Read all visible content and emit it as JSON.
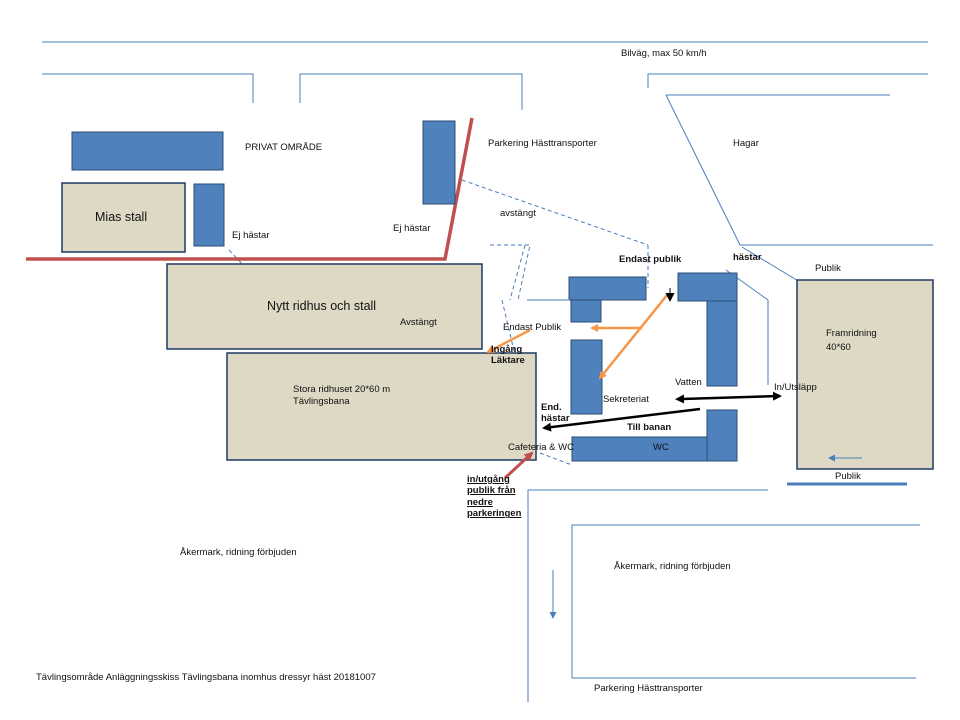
{
  "colors": {
    "building_fill": "#ddd9c4",
    "building_stroke": "#1f3864",
    "block_fill": "#4f81bd",
    "block_stroke": "#2c4d75",
    "road_line": "#4a7ebb",
    "fence": "#c0504d",
    "orange_arrow": "#f79646",
    "black_arrow": "#000000",
    "text": "#111111"
  },
  "labels": {
    "road": "Bilväg, max 50 km/h",
    "private_area": "PRIVAT OMRÅDE",
    "trailer_parking_top": "Parkering Hästtransporter",
    "paddocks": "Hagar",
    "mias_stall": "Mias stall",
    "no_horses_left": "Ej hästar",
    "no_horses_mid": "Ej hästar",
    "closed_top": "avstängt",
    "public_only_top": "Endast publik",
    "horses_top": "hästar",
    "public_top_right": "Publik",
    "new_arena": "Nytt  ridhus och stall",
    "new_arena_closed": "Avstängt",
    "public_only_mid": "Endast Publik",
    "entrance_stands": "Ingång\nLäktare",
    "main_arena": "Stora ridhuset 20*60 m\nTävlingsbana",
    "water": "Vatten",
    "in_out_release": "In/Utsläpp",
    "secretariat": "Sekreteriat",
    "horses_only": "End.\nhästar",
    "to_arena": "Till banan",
    "cafeteria": "Cafeteria & WC",
    "wc": "WC",
    "warmup": "Framridning\n40*60",
    "public_bottom_right": "Publik",
    "public_entrance": "in/utgång\npublik från\nnedre\nparkeringen",
    "field_left": "Åkermark, ridning förbjuden",
    "field_right": "Åkermark, ridning förbjuden",
    "trailer_parking_bottom": "Parkering Hästtransporter",
    "footer": "Tävlingsområde Anläggningsskiss Tävlingsbana inomhus dressyr häst  20181007"
  }
}
